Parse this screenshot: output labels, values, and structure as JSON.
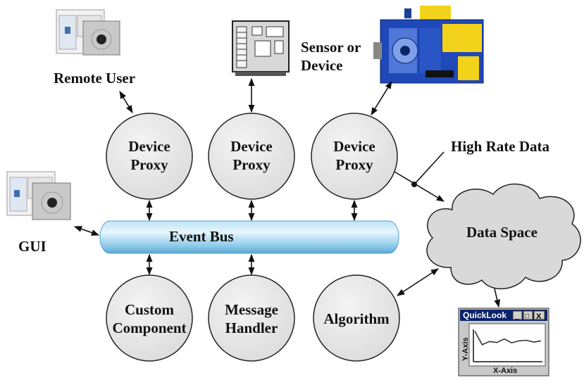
{
  "labels": {
    "remote_user": "Remote User",
    "sensor": "Sensor or\nDevice",
    "high_rate": "High Rate Data",
    "gui": "GUI",
    "event_bus": "Event Bus",
    "data_space": "Data Space"
  },
  "nodes": {
    "device_proxy_1": "Device\nProxy",
    "device_proxy_2": "Device\nProxy",
    "device_proxy_3": "Device\nProxy",
    "custom_component": "Custom\nComponent",
    "message_handler": "Message\nHandler",
    "algorithm": "Algorithm"
  },
  "quicklook": {
    "title": "QuickLook",
    "x_axis": "X-Axis",
    "y_axis": "Y-Axis",
    "buttons": [
      "_",
      "□",
      "X"
    ],
    "series": [
      90,
      48,
      58,
      55,
      66,
      54,
      60,
      62,
      56,
      60
    ]
  },
  "colors": {
    "bus_light": "#d9f0fb",
    "bus_dark": "#6fb6dc",
    "node_fill": "#e9e9e9",
    "cloud_fill": "#d6d6d6"
  }
}
